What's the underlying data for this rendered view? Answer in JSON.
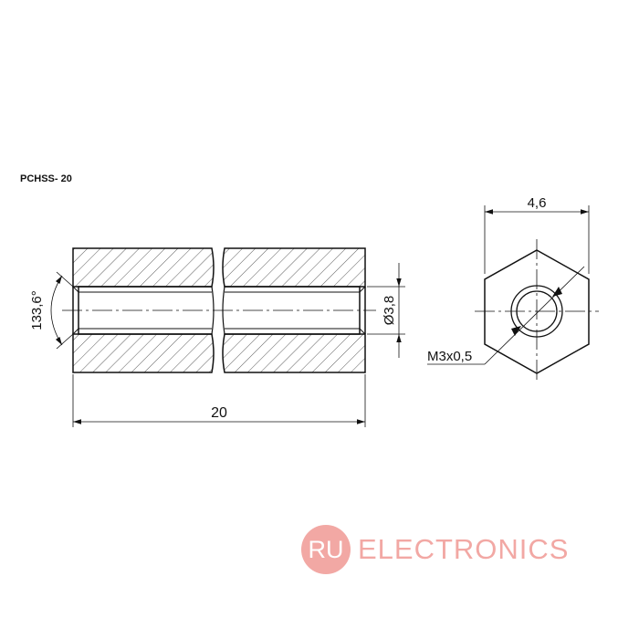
{
  "part_number": "PCHSS- 20",
  "dimensions": {
    "length": "20",
    "hole_diameter": "Ø3,8",
    "angle": "133,6°",
    "across_flats": "4,6",
    "thread": "M3x0,5"
  },
  "watermark": {
    "logo_text": "RU",
    "company": "ELECTRONICS",
    "color": "#f2a8a4"
  }
}
